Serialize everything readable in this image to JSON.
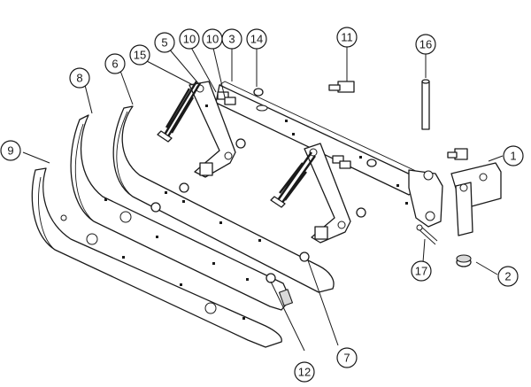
{
  "callouts": [
    {
      "id": "c1",
      "label": "1"
    },
    {
      "id": "c2",
      "label": "2"
    },
    {
      "id": "c3",
      "label": "3"
    },
    {
      "id": "c5",
      "label": "5"
    },
    {
      "id": "c6",
      "label": "6"
    },
    {
      "id": "c7",
      "label": "7"
    },
    {
      "id": "c8",
      "label": "8"
    },
    {
      "id": "c9",
      "label": "9"
    },
    {
      "id": "c10a",
      "label": "10"
    },
    {
      "id": "c10b",
      "label": "10"
    },
    {
      "id": "c11",
      "label": "11"
    },
    {
      "id": "c12",
      "label": "12"
    },
    {
      "id": "c14",
      "label": "14"
    },
    {
      "id": "c15",
      "label": "15"
    },
    {
      "id": "c16",
      "label": "16"
    },
    {
      "id": "c17",
      "label": "17"
    }
  ]
}
